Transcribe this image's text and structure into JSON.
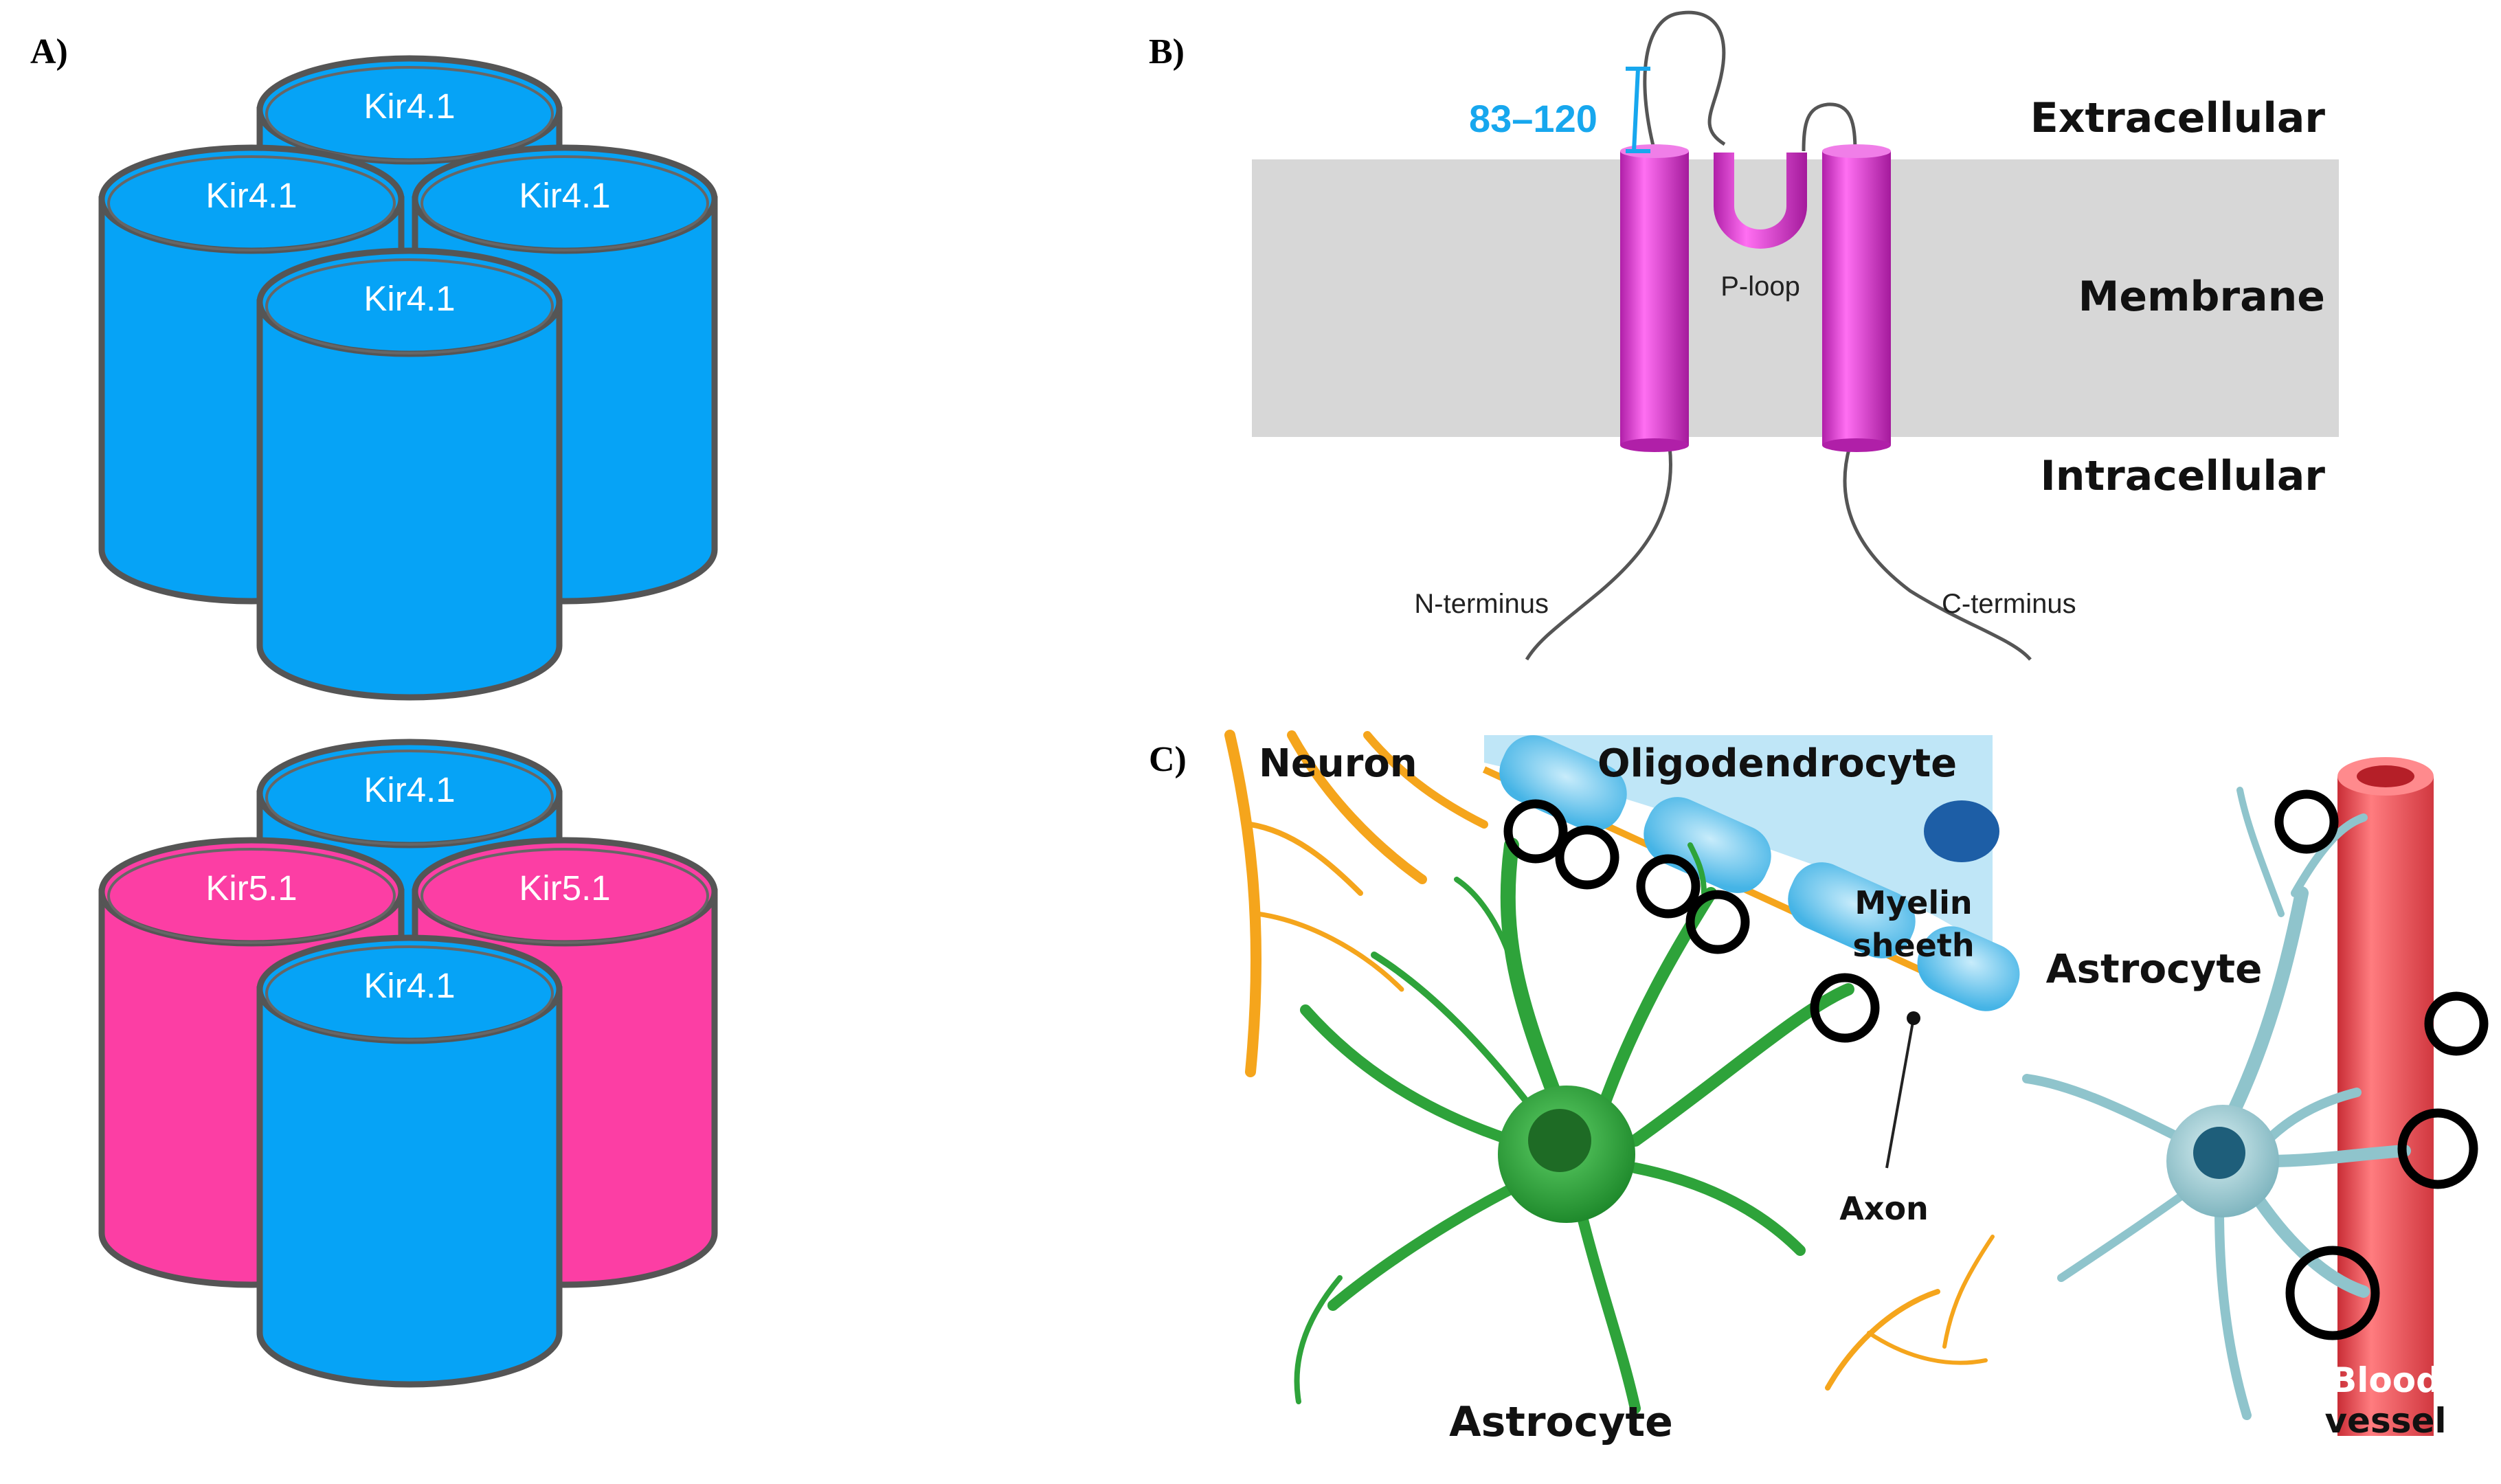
{
  "panel_labels": {
    "a": "A)",
    "b": "B)",
    "c": "C)"
  },
  "panel_a": {
    "top_tetramer": [
      "Kir4.1",
      "Kir4.1",
      "Kir4.1",
      "Kir4.1"
    ],
    "bottom_tetramer": [
      "Kir4.1",
      "Kir5.1",
      "Kir5.1",
      "Kir4.1"
    ]
  },
  "panel_b": {
    "epitope_label": "83–120",
    "extracellular": "Extracellular",
    "membrane": "Membrane",
    "intracellular": "Intracellular",
    "p_loop": "P-loop",
    "n_terminus": "N-terminus",
    "c_terminus": "C-terminus"
  },
  "panel_c": {
    "neuron": "Neuron",
    "oligodendrocyte": "Oligodendrocyte",
    "myelin_line1": "Myelin",
    "myelin_line2": "sheeth",
    "axon": "Axon",
    "astrocyte_left": "Astrocyte",
    "astrocyte_right": "Astrocyte",
    "blood_line1": "Blood",
    "blood_line2": "vessel"
  },
  "colors": {
    "kir41": "#06a3f6",
    "kir51": "#fc3ea4",
    "helix": "#e23bd7",
    "membrane": "#d7d7d7",
    "epitope": "#17a7ee",
    "neuron": "#f5a51c",
    "astrocyte_green": "#2ea33a",
    "astrocyte_blue": "#8fc4cc",
    "vessel": "#ec4a50",
    "myelin": "#73c6ec"
  }
}
